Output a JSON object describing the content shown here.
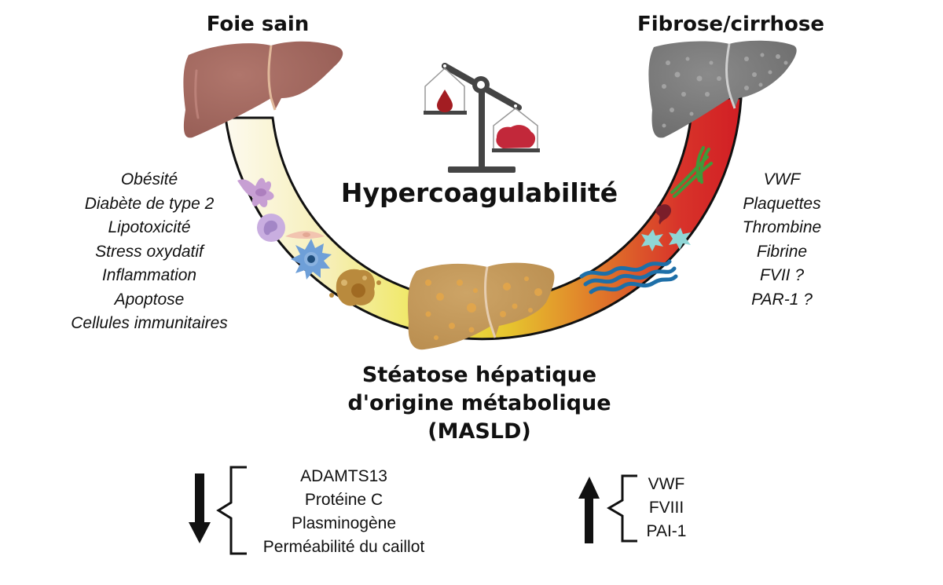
{
  "titles": {
    "healthy": "Foie sain",
    "fibrosis": "Fibrose/cirrhose",
    "center": "Hypercoagulabilité",
    "masld_line1": "Stéatose hépatique",
    "masld_line2": "d'origine métabolique",
    "masld_line3": "(MASLD)"
  },
  "left_factors": [
    "Obésité",
    "Diabète de type 2",
    "Lipotoxicité",
    "Stress oxydatif",
    "Inflammation",
    "Apoptose",
    "Cellules immunitaires"
  ],
  "right_factors": [
    "VWF",
    "Plaquettes",
    "Thrombine",
    "Fibrine",
    "FVII ?",
    "PAR-1 ?"
  ],
  "decreased": {
    "direction": "down",
    "icon": "down-arrow-icon",
    "items": [
      "ADAMTS13",
      "Protéine C",
      "Plasminogène",
      "Perméabilité du caillot"
    ]
  },
  "increased": {
    "direction": "up",
    "icon": "up-arrow-icon",
    "items": [
      "VWF",
      "FVIII",
      "PAI-1"
    ]
  },
  "colors": {
    "healthy_liver": "#a2685f",
    "fatty_liver": "#c49a5a",
    "cirrhotic_liver": "#7a7a7a",
    "arc_start": "#fbf6dc",
    "arc_mid": "#ece23a",
    "arc_end": "#d41f22",
    "blood": "#a31d22",
    "scale": "#444444"
  }
}
